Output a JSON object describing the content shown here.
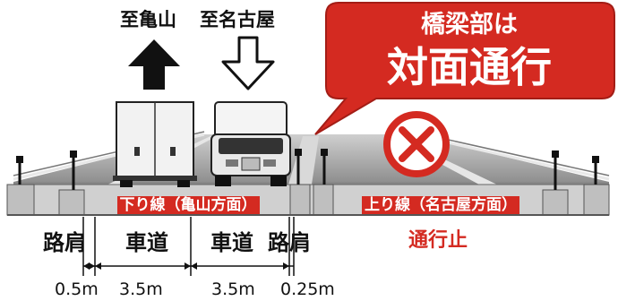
{
  "directions": {
    "left": "至亀山",
    "right": "至名古屋"
  },
  "callout": {
    "line1": "橋梁部は",
    "line2": "対面通行"
  },
  "lanes": {
    "down_label": "下り線（亀山方面）",
    "up_label": "上り線（名古屋方面）",
    "closed": "通行止"
  },
  "section": {
    "shoulder_left": "路肩",
    "carriageway_left": "車道",
    "carriageway_right": "車道",
    "shoulder_right": "路肩"
  },
  "widths": {
    "w1": "0.5m",
    "w2": "3.5m",
    "w3": "3.5m",
    "w4": "0.25m"
  },
  "colors": {
    "accent_red": "#d42a21",
    "road_gray": "#9a9a9a",
    "barrier_gray": "#c8c8c8"
  },
  "icons": {
    "up_arrow": "solid-black-arrow-up",
    "down_arrow": "outlined-arrow-down",
    "no_entry": "prohibited-circle-x"
  }
}
